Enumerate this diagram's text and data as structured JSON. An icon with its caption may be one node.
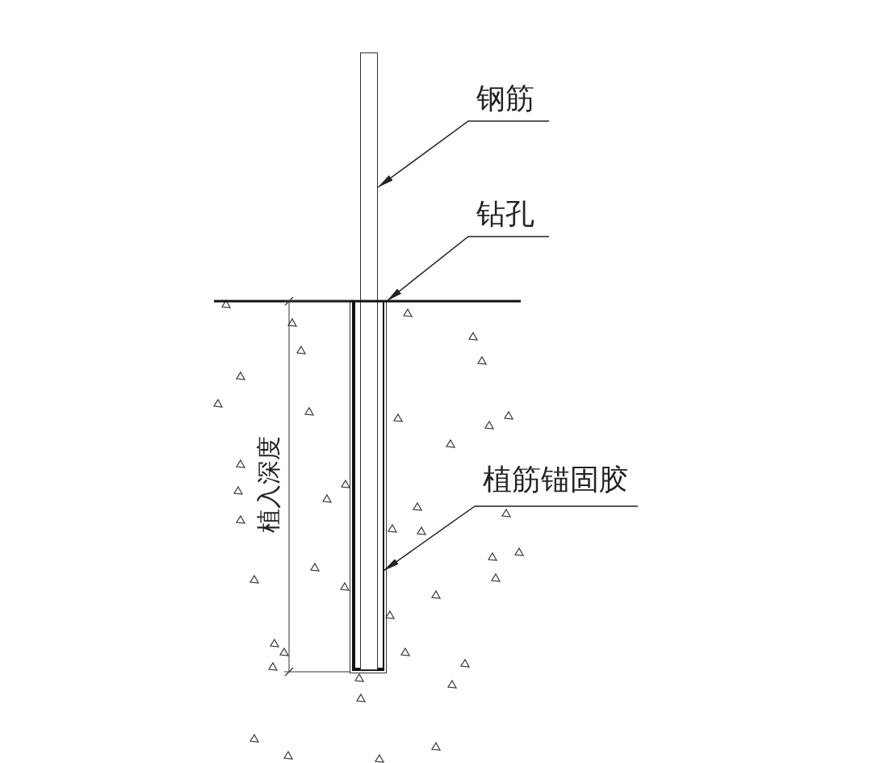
{
  "diagram": {
    "nodes": [
      {
        "text": [
          "钢筋"
        ]
      },
      {
        "text": [],
        "shape": "bar"
      },
      {
        "text": [
          "钻孔"
        ]
      },
      {
        "text": [],
        "shape": "box"
      },
      {
        "text": [
          "植筋锚固胶"
        ]
      },
      {
        "text": [],
        "shape": "bar",
        "in": 3
      }
    ],
    "edges": [
      {
        "from": 0,
        "to": 1,
        "arrow": "to"
      },
      {
        "from": 2,
        "to": 3,
        "arrow": "to"
      },
      {
        "from": 4,
        "to": 5,
        "arrow": "to"
      }
    ],
    "labels": [
      "植入深度"
    ]
  }
}
